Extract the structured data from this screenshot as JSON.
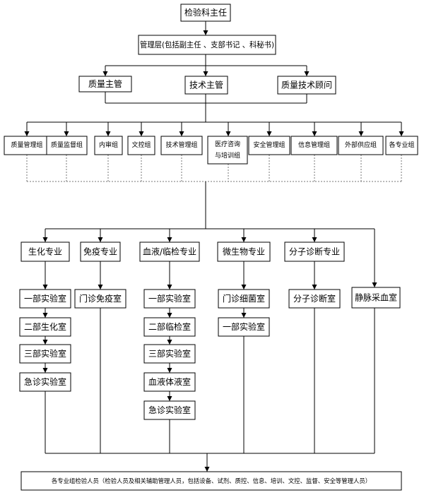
{
  "top": {
    "director": "检验科主任",
    "management": "管理层(包括副主任 、支部书记 、科秘书)"
  },
  "roles": {
    "quality": "质量主管",
    "tech": "技术主管",
    "consultant": "质量技术顾问"
  },
  "groups": {
    "g1": "质量管理组",
    "g2": "质量监督组",
    "g3": "内审组",
    "g4": "文控组",
    "g5": "技术管理组",
    "g6_line1": "医疗咨询",
    "g6_line2": "与培训组",
    "g7": "安全管理组",
    "g8": "信息管理组",
    "g9": "外部供应组",
    "g10": "各专业组"
  },
  "specialties": {
    "biochem": "生化专业",
    "immuno": "免疫专业",
    "blood": "血液/临检专业",
    "micro": "微生物专业",
    "molecular": "分子诊断专业",
    "venous": "静脉采血室"
  },
  "labs": {
    "bio1": "一部实验室",
    "bio2": "二部生化室",
    "bio3": "三部实验室",
    "bio4": "急诊实验室",
    "imm1": "门诊免疫室",
    "bl1": "一部实验室",
    "bl2": "二部临检室",
    "bl3": "三部实验室",
    "bl4": "血液体液室",
    "bl5": "急诊实验室",
    "mi1": "门诊细菌室",
    "mi2": "一部实验室",
    "mo1": "分子诊断室"
  },
  "bottom": {
    "staff": "各专业组检验人员（检验人员及相关辅助管理人员，包括设备、试剂、质控、信息、培训、文控、监督、安全等管理人员）"
  }
}
